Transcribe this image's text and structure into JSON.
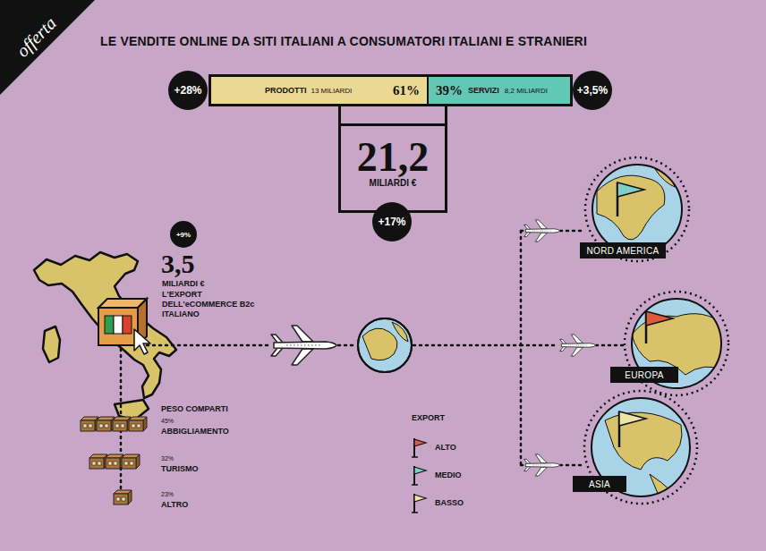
{
  "diagram": {
    "title": "LE VENDITE ONLINE DA SITI ITALIANI A CONSUMATORI ITALIANI E STRANIERI",
    "nodes": [
      {
        "text": [
          "+28%"
        ]
      },
      {
        "text": [
          "PRODOTTI",
          "13 MILIARDI",
          "61%"
        ]
      },
      {
        "text": [
          "39%",
          "SERVIZI",
          "8,2 MILIARDI"
        ]
      },
      {
        "text": [
          "+3,5%"
        ]
      },
      {
        "text": [
          "21,2",
          "MILIARDI €"
        ]
      },
      {
        "text": [
          "+17%"
        ]
      },
      {
        "text": [
          "+9%"
        ]
      },
      {
        "text": [
          "NORD AMERICA"
        ]
      },
      {
        "text": [
          "EUROPA"
        ]
      },
      {
        "text": [
          "ASIA"
        ]
      }
    ],
    "edges": [
      {
        "from": 1,
        "to": 4,
        "arrow": "none"
      },
      {
        "from": 2,
        "to": 4,
        "arrow": "none"
      }
    ],
    "labels": [
      "offerta",
      "3,5",
      "MILIARDI €",
      "L'EXPORT DELL'eCOMMERCE B2c ITALIANO",
      "PESO COMPARTI",
      "45%",
      "ABBIGLIAMENTO",
      "32%",
      "TURISMO",
      "23%",
      "ALTRO",
      "EXPORT"
    ],
    "legend": [
      {
        "text": "ALTO"
      },
      {
        "text": "MEDIO"
      },
      {
        "text": "BASSO"
      }
    ]
  }
}
